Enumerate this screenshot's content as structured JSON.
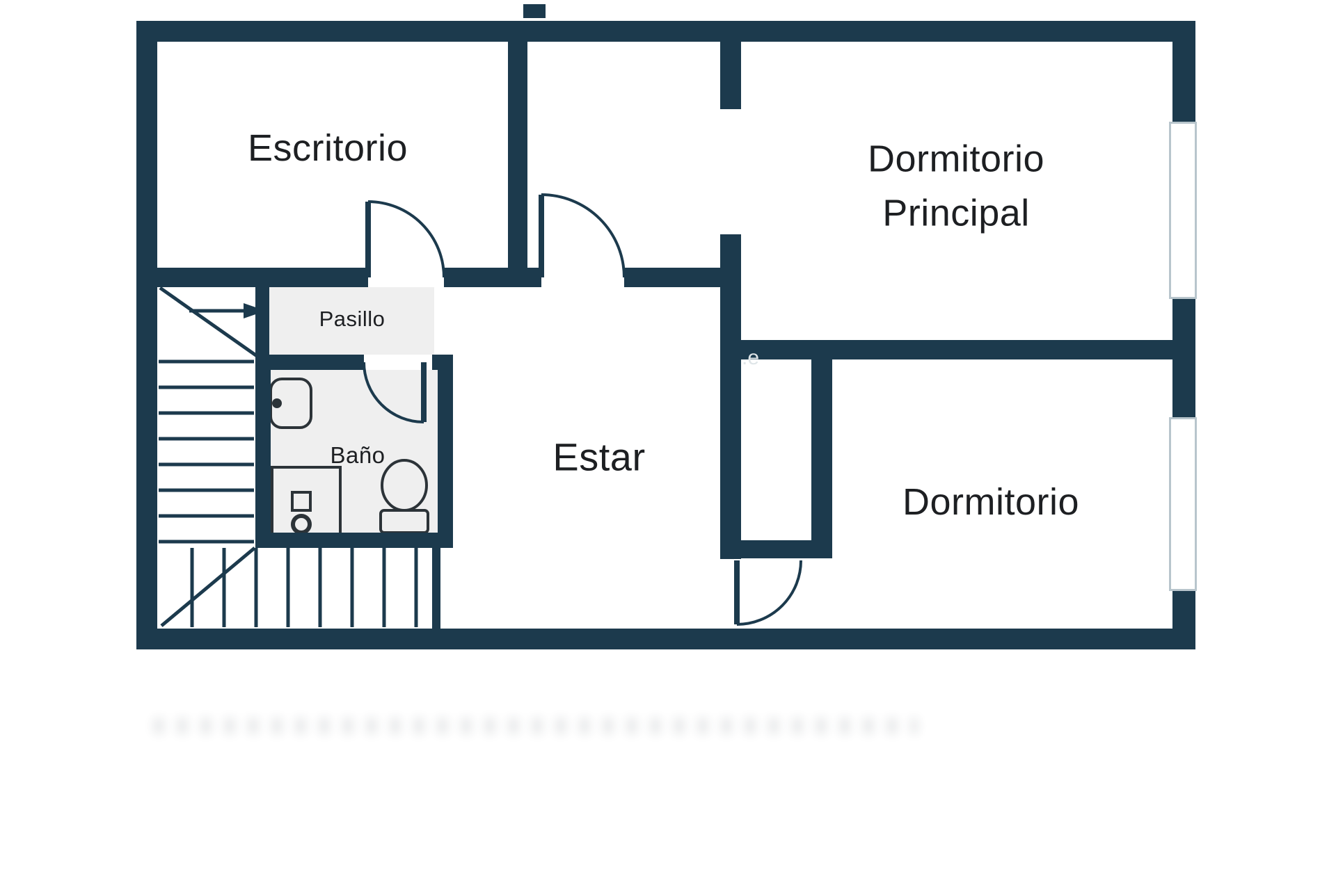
{
  "theme": {
    "wall_color": "#1c3a4d",
    "label_color": "#1d1f22",
    "floor_tint": "#efefef",
    "window_frame": "#b8c5cc",
    "fixture_color": "#2c3338",
    "watermark_color": "#dfe5e8"
  },
  "rooms": {
    "escritorio": {
      "label": "Escritorio"
    },
    "dormitorio_principal": {
      "line1": "Dormitorio",
      "line2": "Principal"
    },
    "pasillo": {
      "label": "Pasillo"
    },
    "bano": {
      "label": "Baño"
    },
    "estar": {
      "label": "Estar"
    },
    "dormitorio": {
      "label": "Dormitorio"
    }
  },
  "watermark": {
    "fragment": ".e"
  }
}
